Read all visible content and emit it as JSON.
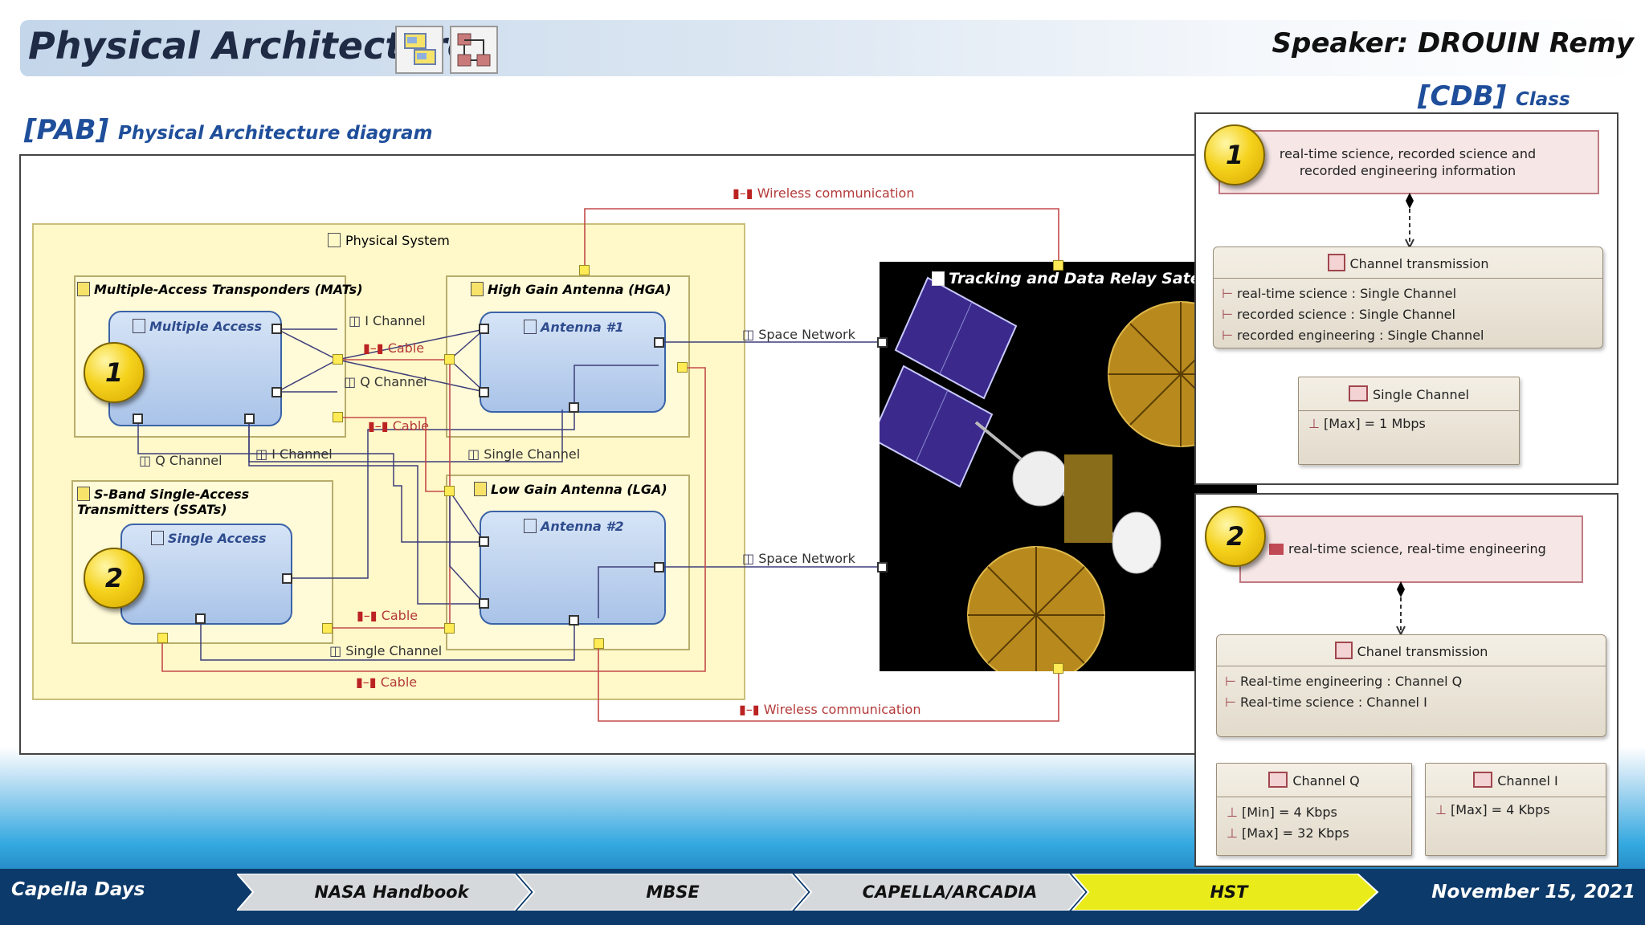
{
  "header": {
    "title": "Physical Architecture",
    "speaker": "Speaker: DROUIN Remy",
    "cdb_tag": "[CDB]",
    "cdb_label": "Class diagram",
    "pab_tag": "[PAB]",
    "pab_label": "Physical Architecture diagram"
  },
  "pab": {
    "physical_system": "Physical System",
    "mats": "Multiple-Access Transponders (MATs)",
    "multiple_access": "Multiple Access",
    "hga": "High Gain Antenna (HGA)",
    "antenna1": "Antenna #1",
    "ssats": "S-Band Single-Access Transmitters (SSATs)",
    "single_access": "Single Access",
    "lga": "Low Gain Antenna (LGA)",
    "antenna2": "Antenna #2",
    "tdrs": "Tracking and Data Relay Satelli",
    "links": {
      "wireless_top": "Wireless communication",
      "wireless_bottom": "Wireless communication",
      "i_channel_top": "I Channel",
      "cable_1": "Cable",
      "q_channel_top": "Q Channel",
      "cable_2": "Cable",
      "q_channel_left": "Q Channel",
      "i_channel_mid": "I Channel",
      "single_channel_mid": "Single Channel",
      "space_network_1": "Space Network",
      "space_network_2": "Space Network",
      "cable_3": "Cable",
      "single_channel_bottom": "Single Channel",
      "cable_4": "Cable"
    },
    "badges": [
      "1",
      "2"
    ]
  },
  "cdb1": {
    "badge": "1",
    "exchange": "real-time science, recorded science and recorded engineering information",
    "class_title": "Channel transmission",
    "attrs": [
      "real-time science : Single Channel",
      "recorded science : Single Channel",
      "recorded engineering : Single Channel"
    ],
    "type_title": "Single Channel",
    "type_attrs": [
      "[Max] = 1 Mbps"
    ]
  },
  "cdb2": {
    "badge": "2",
    "exchange": "real-time science, real-time engineering",
    "class_title": "Chanel transmission",
    "attrs": [
      "Real-time engineering : Channel Q",
      "Real-time science : Channel I"
    ],
    "type_q_title": "Channel Q",
    "type_q_attrs": [
      "[Min] = 4 Kbps",
      "[Max] = 32 Kbps"
    ],
    "type_i_title": "Channel I",
    "type_i_attrs": [
      "[Max] = 4 Kbps"
    ]
  },
  "footer": {
    "left": "Capella Days",
    "right": "November 15, 2021",
    "steps": [
      "NASA Handbook",
      "MBSE",
      "CAPELLA/ARCADIA",
      "HST"
    ],
    "active_color": "#e9ec1a"
  }
}
